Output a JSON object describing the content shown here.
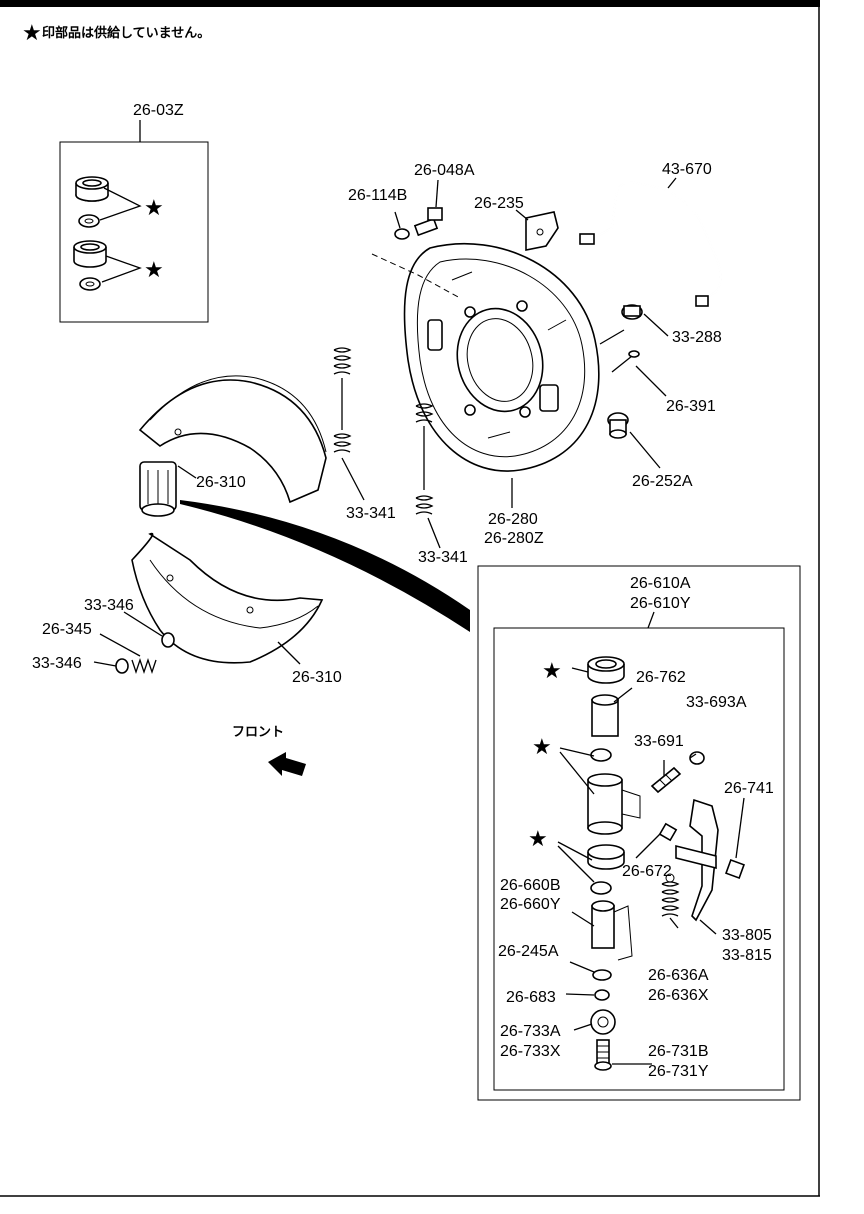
{
  "note": {
    "star": "★",
    "text": "印部品は供給していません。"
  },
  "front_label": "フロント",
  "star_symbol": "★",
  "labels": {
    "l_2603z": "26-03Z",
    "l_26048a": "26-048A",
    "l_26114b": "26-114B",
    "l_26235": "26-235",
    "l_43670": "43-670",
    "l_33288": "33-288",
    "l_26391": "26-391",
    "l_26252a": "26-252A",
    "l_26280": "26-280",
    "l_26280z": "26-280Z",
    "l_26310a": "26-310",
    "l_33341a": "33-341",
    "l_33341b": "33-341",
    "l_33346a": "33-346",
    "l_26345": "26-345",
    "l_33346b": "33-346",
    "l_26310b": "26-310",
    "l_26610a": "26-610A",
    "l_26610y": "26-610Y",
    "l_26762": "26-762",
    "l_33693a": "33-693A",
    "l_33691": "33-691",
    "l_26741": "26-741",
    "l_26672": "26-672",
    "l_26660b": "26-660B",
    "l_26660y": "26-660Y",
    "l_33805": "33-805",
    "l_33815": "33-815",
    "l_26245a": "26-245A",
    "l_26636a": "26-636A",
    "l_26636x": "26-636X",
    "l_26683": "26-683",
    "l_26733a": "26-733A",
    "l_26733x": "26-733X",
    "l_26731b": "26-731B",
    "l_26731y": "26-731Y"
  }
}
